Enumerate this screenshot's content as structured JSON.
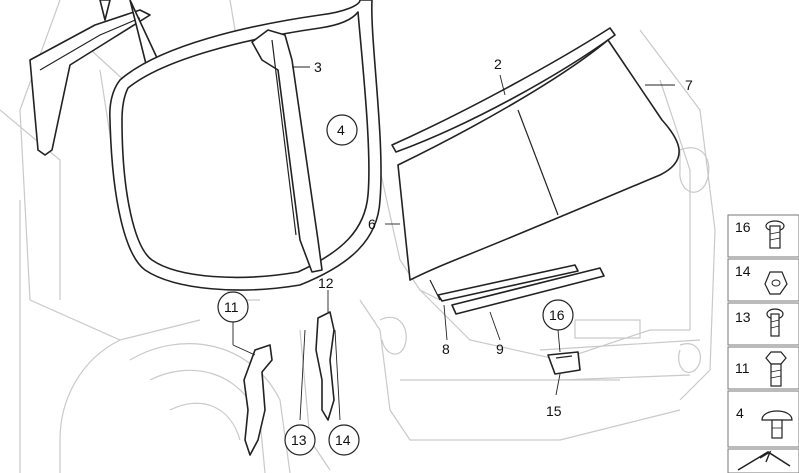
{
  "callouts": {
    "c2": "2",
    "c3": "3",
    "c4": "4",
    "c6": "6",
    "c7": "7",
    "c8": "8",
    "c9": "9",
    "c11": "11",
    "c12": "12",
    "c13": "13",
    "c14": "14",
    "c15": "15",
    "c16": "16"
  },
  "legend": {
    "items": [
      "16",
      "14",
      "13",
      "11",
      "4"
    ]
  }
}
